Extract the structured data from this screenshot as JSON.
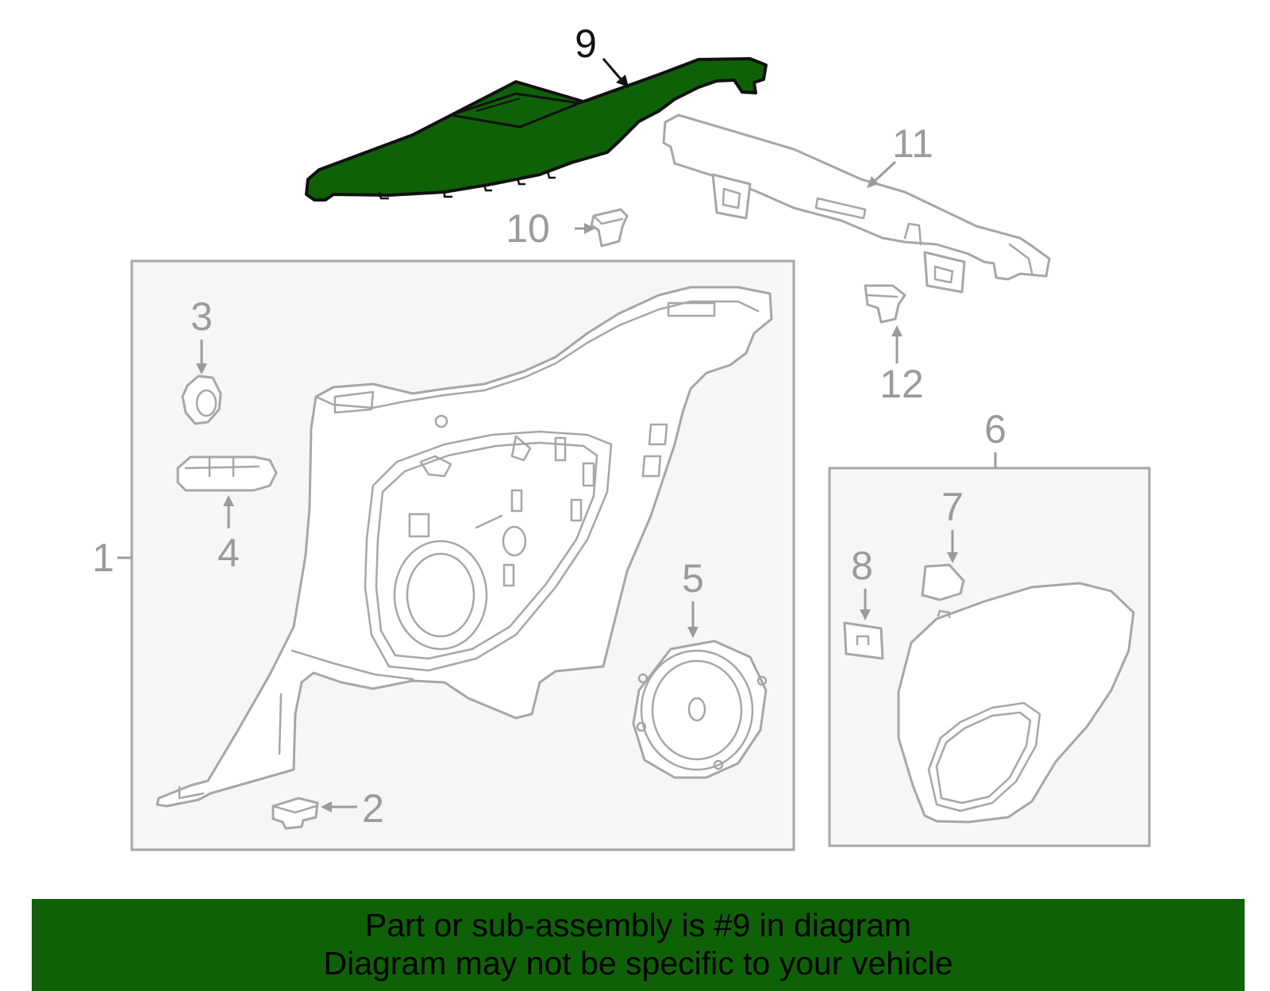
{
  "callouts": {
    "c1": "1",
    "c2": "2",
    "c3": "3",
    "c4": "4",
    "c5": "5",
    "c6": "6",
    "c7": "7",
    "c8": "8",
    "c9": "9",
    "c10": "10",
    "c11": "11",
    "c12": "12"
  },
  "highlight_color": "#0f6108",
  "banner": {
    "line1": "Part or sub-assembly is #9 in diagram",
    "line2": "Diagram may not be specific to your vehicle"
  }
}
